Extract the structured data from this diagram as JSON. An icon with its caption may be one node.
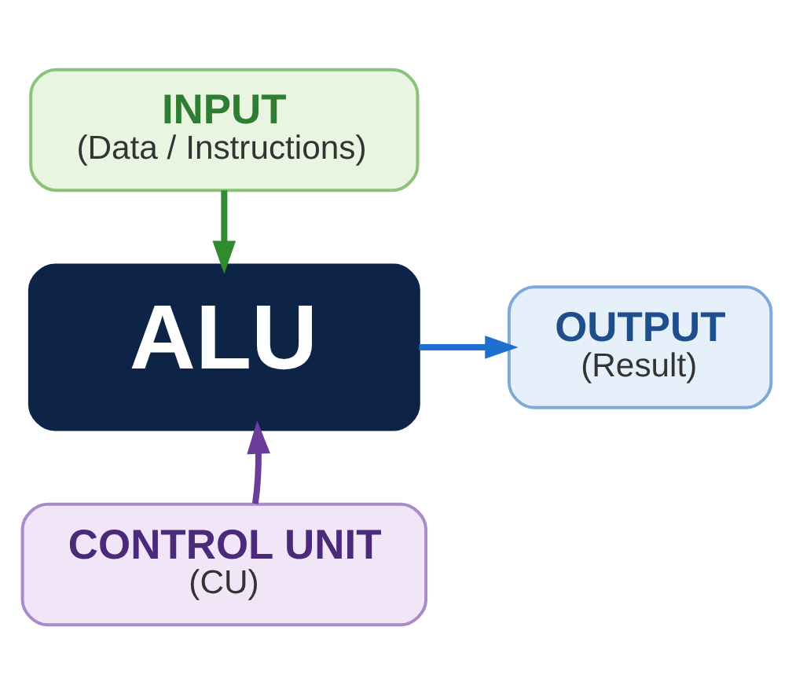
{
  "diagram": {
    "nodes": [
      {
        "text": [
          "INPUT",
          "(Data / Instructions)"
        ]
      },
      {
        "text": [
          "ALU"
        ]
      },
      {
        "text": [
          "OUTPUT",
          "(Result)"
        ]
      },
      {
        "text": [
          "CONTROL UNIT",
          "(CU)"
        ]
      }
    ],
    "edges": [
      {
        "from": 0,
        "to": 1,
        "arrow": "to",
        "color": "#2e8b2e"
      },
      {
        "from": 1,
        "to": 2,
        "arrow": "to",
        "color": "#1f6fd0"
      },
      {
        "from": 3,
        "to": 1,
        "arrow": "to",
        "color": "#6a3d9a"
      }
    ]
  }
}
